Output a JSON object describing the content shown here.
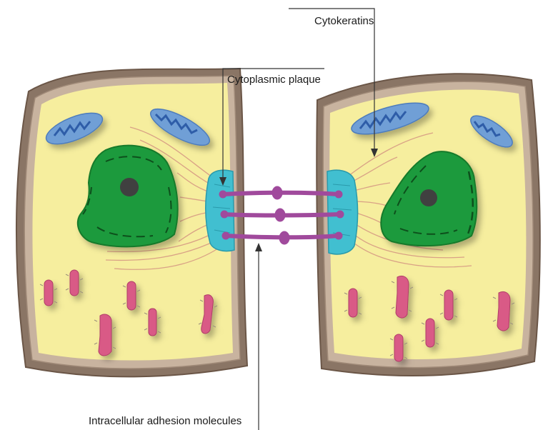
{
  "labels": {
    "cytokeratins": "Cytokeratins",
    "cytoplasmic_plaque": "Cytoplasmic plaque",
    "adhesion_molecules": "Intracellular adhesion molecules"
  },
  "colors": {
    "membrane_outer": "#8a7565",
    "membrane_inner": "#c8b39f",
    "cytoplasm": "#f6ee9e",
    "nucleus": "#1f9a3c",
    "nucleus_dark": "#157a2c",
    "nucleolus": "#3f3f3f",
    "mitochondrion": "#6f9fd6",
    "mitochondrion_crista": "#2f5da8",
    "plaque": "#41bfd0",
    "adhesion_molecule": "#a04a9c",
    "filament": "#d9a286",
    "organelle_pink": "#d95a86"
  }
}
